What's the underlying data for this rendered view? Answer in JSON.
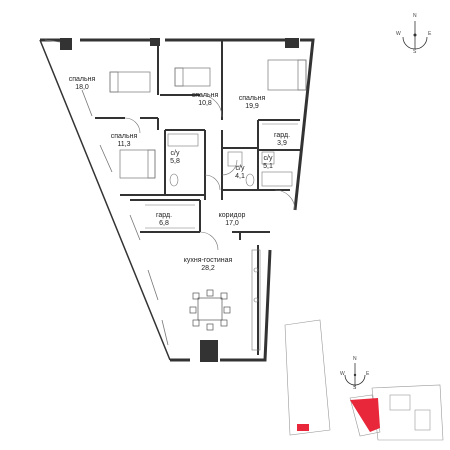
{
  "rooms": [
    {
      "id": "bedroom-1",
      "name": "спальня",
      "area": "18,0"
    },
    {
      "id": "bedroom-2",
      "name": "спальня",
      "area": "10,8"
    },
    {
      "id": "bedroom-3",
      "name": "спальня",
      "area": "19,9"
    },
    {
      "id": "bedroom-4",
      "name": "спальня",
      "area": "11,3"
    },
    {
      "id": "bathroom-1",
      "name": "с/у",
      "area": "5,8"
    },
    {
      "id": "bathroom-2",
      "name": "с/у",
      "area": "4,1"
    },
    {
      "id": "bathroom-3",
      "name": "с/у",
      "area": "5,1"
    },
    {
      "id": "wardrobe-1",
      "name": "гард.",
      "area": "3,9"
    },
    {
      "id": "wardrobe-2",
      "name": "гард.",
      "area": "6,8"
    },
    {
      "id": "corridor",
      "name": "коридор",
      "area": "17,0"
    },
    {
      "id": "kitchen-living",
      "name": "кухня-гостиная",
      "area": "28,2"
    }
  ],
  "compass_top": {
    "n": "N",
    "e": "E",
    "s": "S",
    "w": "W"
  },
  "compass_bottom": {
    "n": "N",
    "e": "E",
    "s": "S",
    "w": "W"
  },
  "colors": {
    "wall": "#333333",
    "highlight": "#e8283a",
    "thin": "#777777"
  }
}
